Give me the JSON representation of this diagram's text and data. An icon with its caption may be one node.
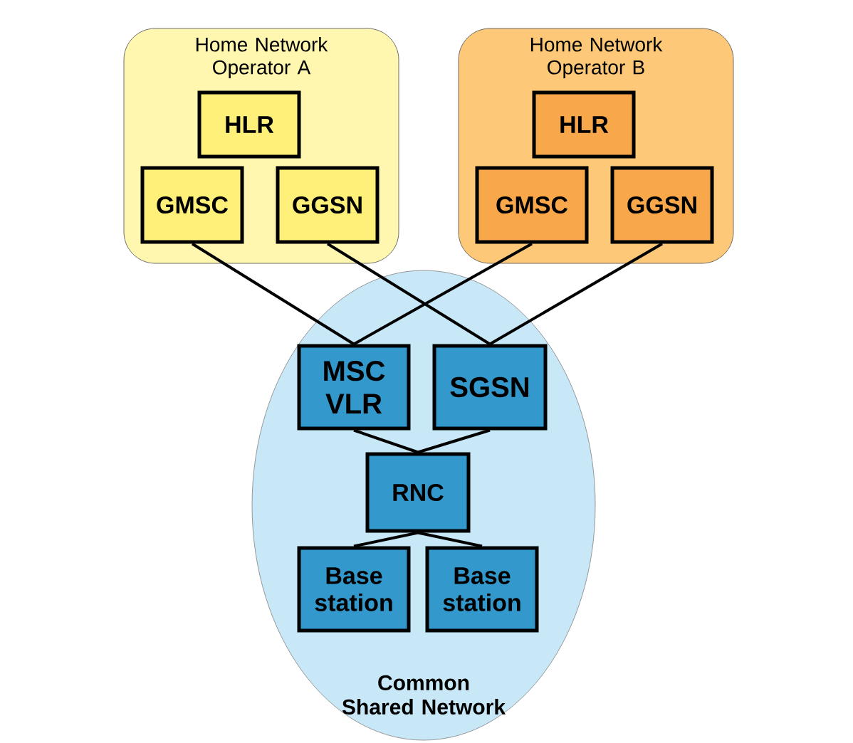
{
  "diagram": {
    "nodes": [
      {
        "text": [
          "Home Network Operator A"
        ]
      },
      {
        "text": [
          "HLR"
        ],
        "in": 0
      },
      {
        "text": [
          "GMSC"
        ],
        "in": 0
      },
      {
        "text": [
          "GGSN"
        ],
        "in": 0
      },
      {
        "text": [
          "Home Network Operator B"
        ]
      },
      {
        "text": [
          "HLR"
        ],
        "in": 4
      },
      {
        "text": [
          "GMSC"
        ],
        "in": 4
      },
      {
        "text": [
          "GGSN"
        ],
        "in": 4
      },
      {
        "text": [
          "Common Shared Network"
        ]
      },
      {
        "text": [
          "MSC VLR"
        ],
        "in": 8
      },
      {
        "text": [
          "SGSN"
        ],
        "in": 8
      },
      {
        "text": [
          "RNC"
        ],
        "in": 8
      },
      {
        "text": [
          "Base station"
        ],
        "in": 8
      },
      {
        "text": [
          "Base station"
        ],
        "in": 8
      }
    ],
    "edges": [
      {
        "from": 2,
        "to": 9,
        "arrow": "none"
      },
      {
        "from": 3,
        "to": 10,
        "arrow": "none"
      },
      {
        "from": 6,
        "to": 9,
        "arrow": "none"
      },
      {
        "from": 7,
        "to": 10,
        "arrow": "none"
      },
      {
        "from": 9,
        "to": 11,
        "arrow": "none"
      },
      {
        "from": 10,
        "to": 11,
        "arrow": "none"
      },
      {
        "from": 11,
        "to": 12,
        "arrow": "none"
      },
      {
        "from": 11,
        "to": 13,
        "arrow": "none"
      }
    ]
  }
}
